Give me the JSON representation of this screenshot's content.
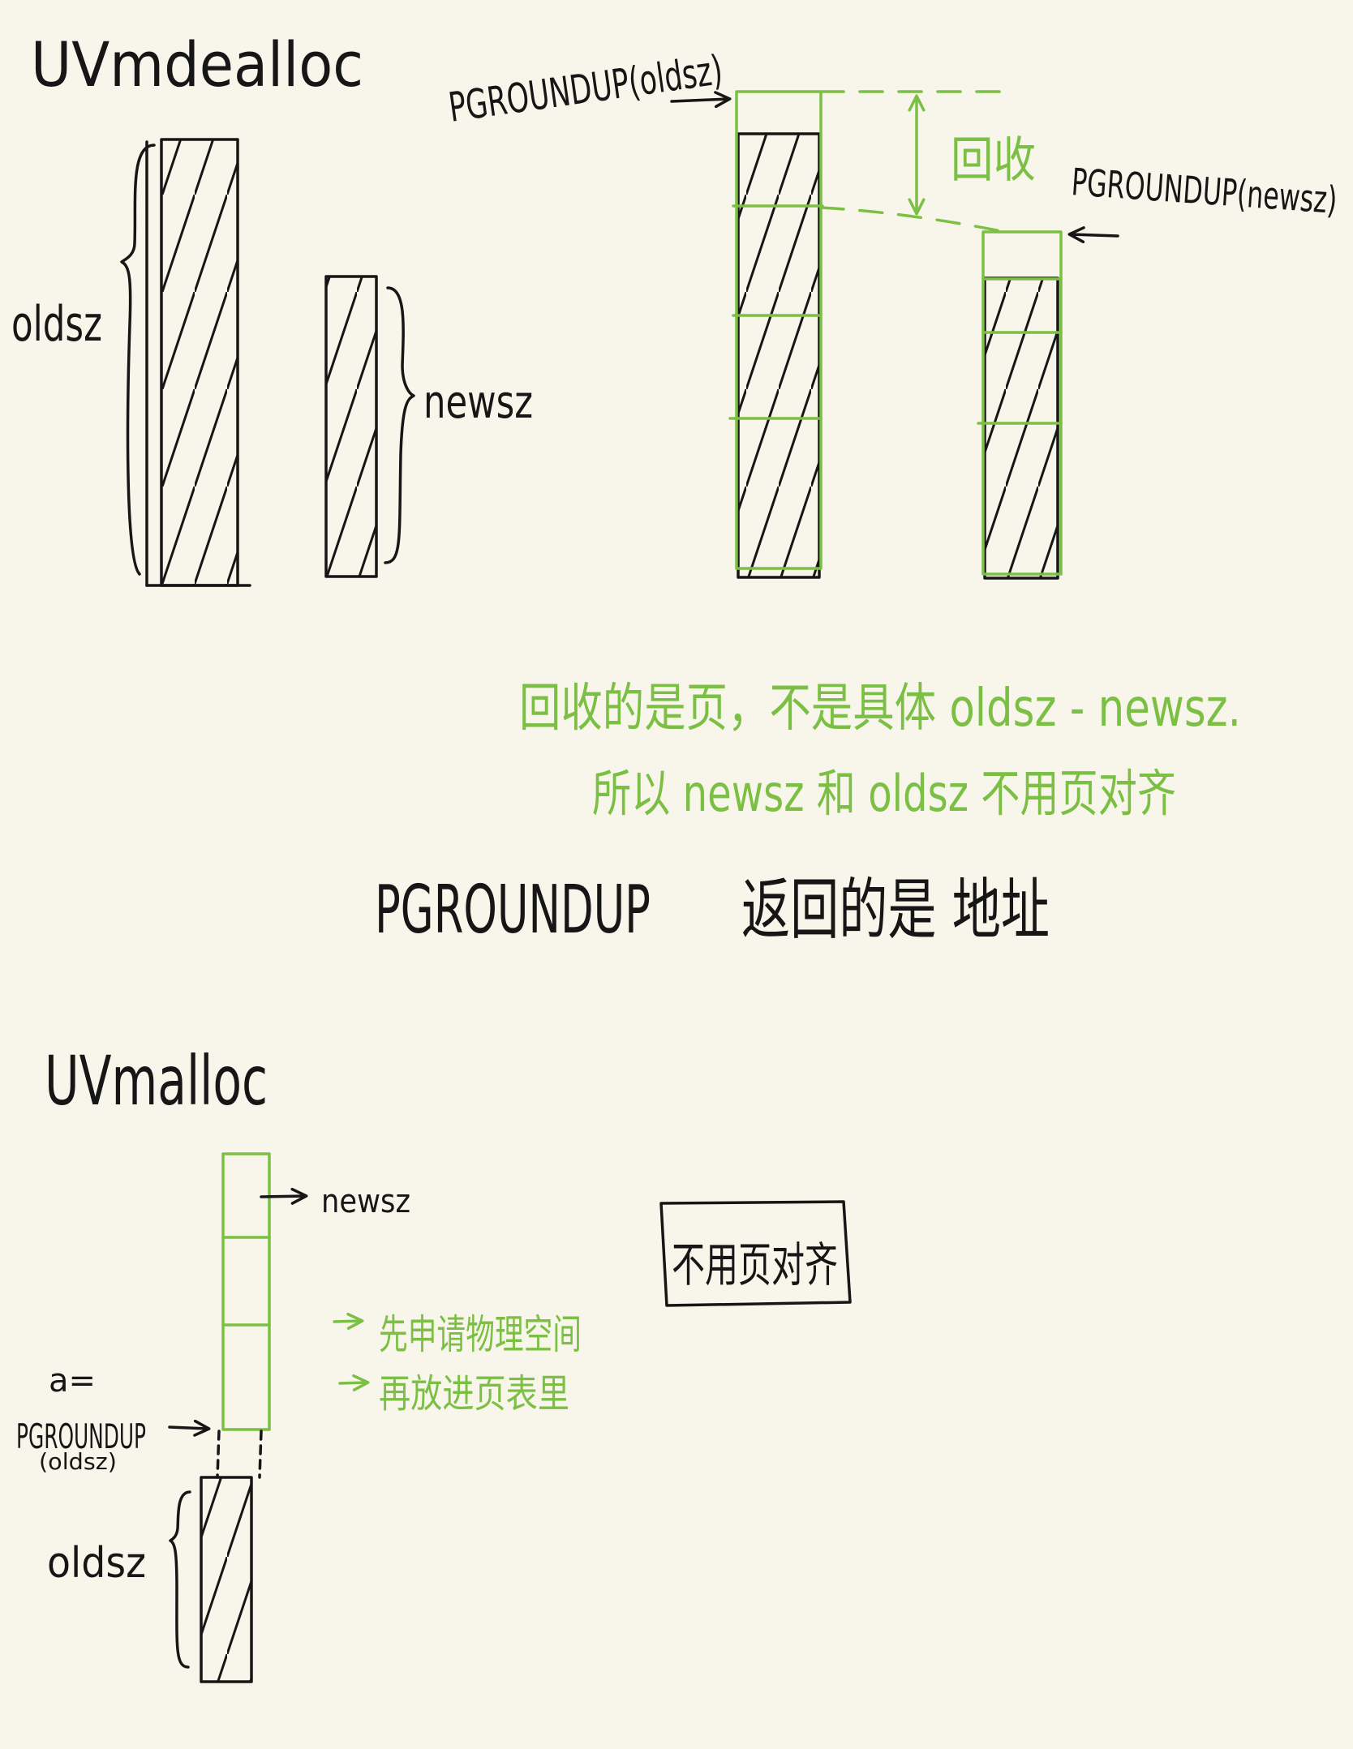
{
  "colors": {
    "background": "#f8f6ea",
    "ink": "#161616",
    "accent_green": "#7cbf45"
  },
  "dealloc": {
    "title": "UVmdealloc",
    "oldsz_label": "oldsz",
    "newsz_label": "newsz",
    "pgroundup_oldsz": "PGROUNDUP(oldsz)",
    "reclaim_label": "回收",
    "pgroundup_newsz": "PGROUNDUP(newsz)",
    "note_lines": [
      "回收的是页，不是具体 oldsz - newsz.",
      "所以 newsz 和 oldsz 不用页对齐"
    ],
    "pgroundup_term": "PGROUNDUP",
    "pgroundup_returns": "返回的是 地址"
  },
  "alloc": {
    "title": "UVmalloc",
    "newsz_label": "newsz",
    "boxed_note": "不用页对齐",
    "steps": [
      "先申请物理空间",
      "再放进页表里"
    ],
    "a_label": "a=",
    "pgroundup_label": "PGROUNDUP",
    "pgroundup_arg": "(oldsz)",
    "oldsz_label": "oldsz"
  }
}
